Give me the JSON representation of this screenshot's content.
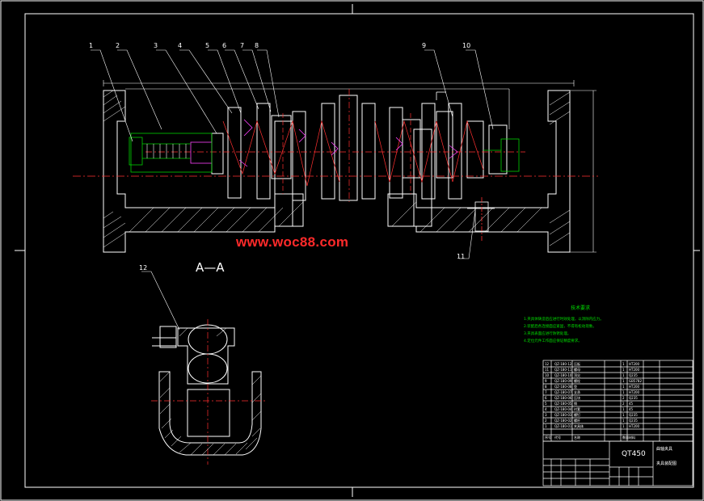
{
  "watermark": "www.woc88.com",
  "section_view": {
    "label": "A—A"
  },
  "callouts": [
    "1",
    "2",
    "3",
    "4",
    "5",
    "6",
    "7",
    "8",
    "9",
    "10",
    "11",
    "12"
  ],
  "technical_requirements": {
    "title": "技术要求",
    "lines": [
      "1.夹具体铸造后应进行时效处理，以消除内应力。",
      "2.装配后各连接面应紧固，不得有松动现象。",
      "3.夹具表面应进行防锈处理。",
      "4.定位元件工作面应保证精度要求。"
    ]
  },
  "bom": {
    "rows": [
      [
        "12",
        "QZ-180-12",
        "压板",
        "1",
        "HT200"
      ],
      [
        "11",
        "QZ-180-11",
        "螺母",
        "1",
        "HT200"
      ],
      [
        "10",
        "QZ-180-10",
        "顶尖",
        "1",
        "Q235"
      ],
      [
        "9",
        "QZ-180-09",
        "螺栓",
        "1",
        "GB5782"
      ],
      [
        "8",
        "QZ-180-08",
        "垫",
        "1",
        "HT200"
      ],
      [
        "7",
        "QZ-180-07",
        "支承",
        "1",
        "HT200"
      ],
      [
        "6",
        "QZ-180-06",
        "压块",
        "2",
        "Q235"
      ],
      [
        "5",
        "QZ-180-05",
        "销",
        "2",
        "45"
      ],
      [
        "4",
        "QZ-180-04",
        "衬套",
        "1",
        "45"
      ],
      [
        "3",
        "QZ-180-03",
        "螺钉",
        "1",
        "Q235"
      ],
      [
        "2",
        "QZ-180-02",
        "螺杆",
        "1",
        "Q235"
      ],
      [
        "1",
        "QZ-180-01",
        "夹具体",
        "1",
        "HT200"
      ]
    ],
    "headers": [
      "序号",
      "代号",
      "名称",
      "数量",
      "材料"
    ]
  },
  "title_block": {
    "material": "QT450",
    "school": "曲轴夹具",
    "drawing_name": "夹具装配图"
  },
  "colors": {
    "background": "#000000",
    "outline": "#ffffff",
    "centerline": "#ff3030",
    "hidden": "#00d000",
    "dimension": "#ffffff",
    "watermark": "#ff2a2a"
  }
}
